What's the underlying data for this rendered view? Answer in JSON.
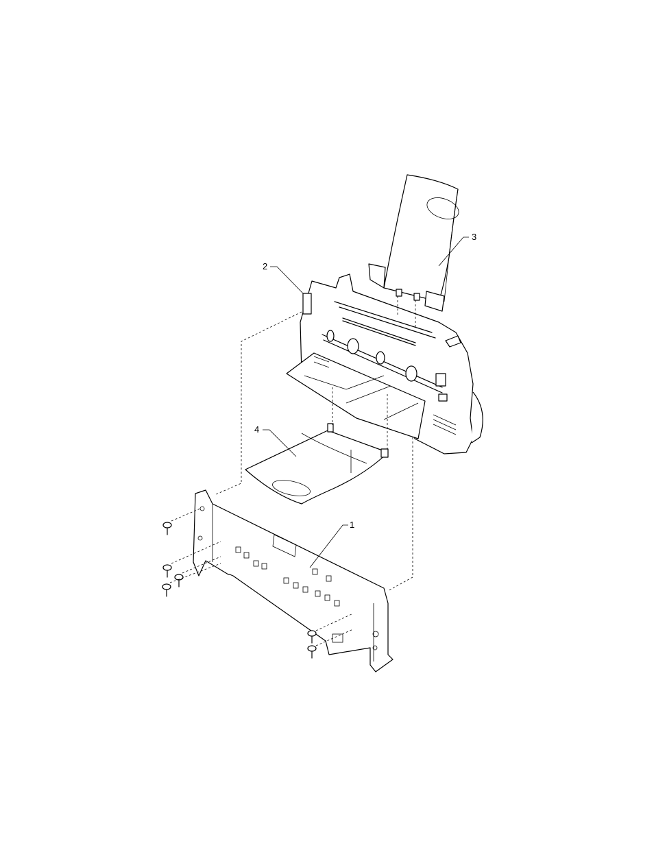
{
  "figure": {
    "callouts": {
      "frame": "1",
      "main_unit": "2",
      "paper_support": "3",
      "output_tray": "4"
    }
  }
}
